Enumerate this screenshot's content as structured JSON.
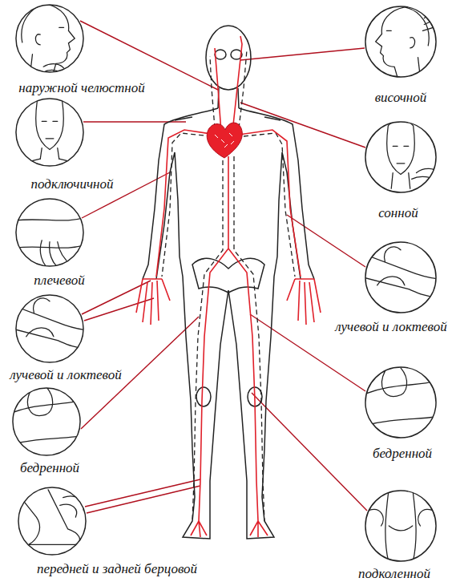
{
  "diagram": {
    "nodes": [
      {
        "text": [
          "наружной челюстной"
        ]
      },
      {
        "text": [
          "височной"
        ]
      },
      {
        "text": [
          "подключичной"
        ]
      },
      {
        "text": [
          "сонной"
        ]
      },
      {
        "text": [
          "плечевой"
        ]
      },
      {
        "text": [
          "лучевой и локтевой"
        ]
      },
      {
        "text": [
          "лучевой и локтевой"
        ]
      },
      {
        "text": [
          "бедренной"
        ]
      },
      {
        "text": [
          "бедренной"
        ]
      },
      {
        "text": [
          "передней и задней берцовой"
        ]
      },
      {
        "text": [
          "подколенной"
        ]
      }
    ]
  }
}
